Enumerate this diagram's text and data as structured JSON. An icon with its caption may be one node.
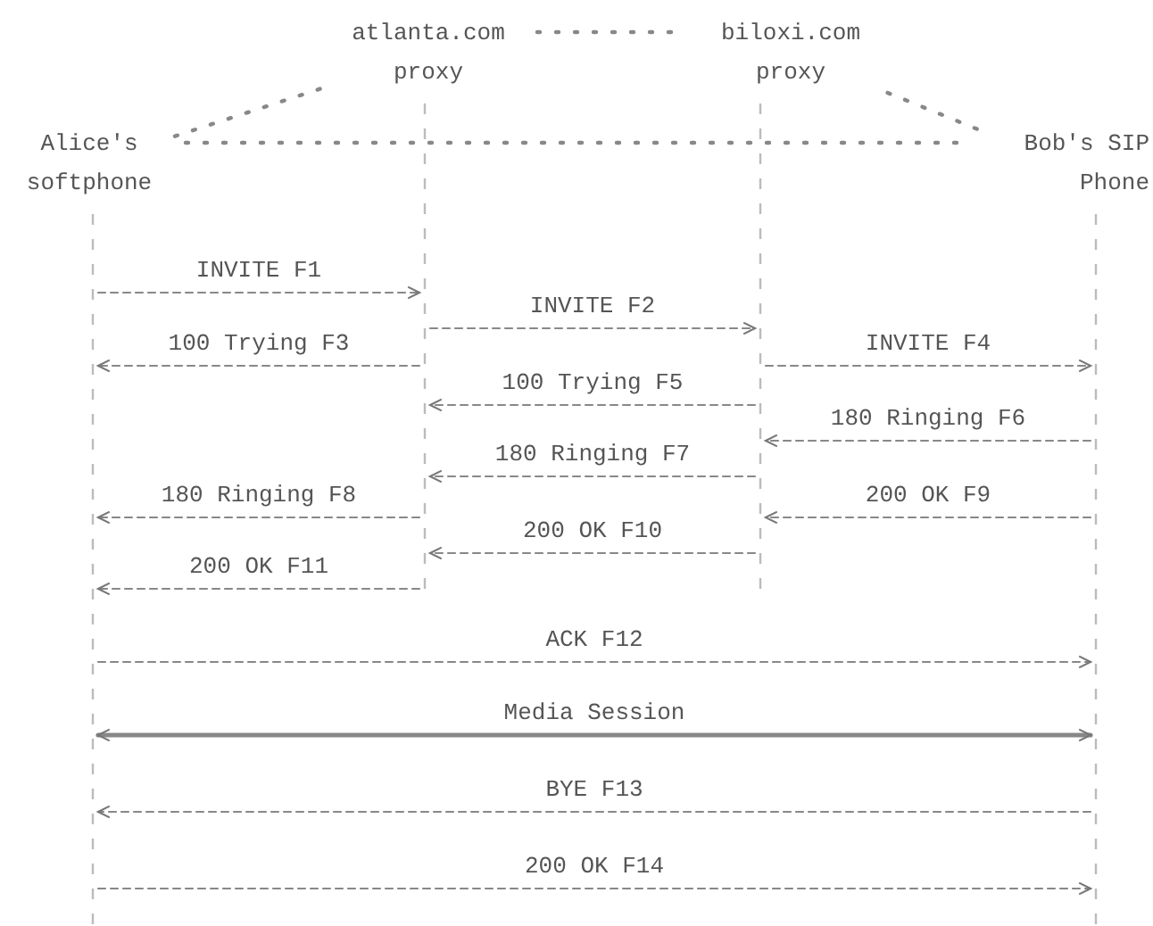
{
  "diagram": {
    "nodes": [
      {
        "text": [
          "atlanta.com proxy"
        ]
      },
      {
        "text": [
          "biloxi.com proxy"
        ]
      },
      {
        "text": [
          "Alice's softphone"
        ]
      },
      {
        "text": [
          "Bob's SIP Phone"
        ]
      }
    ],
    "edges": [
      {
        "from": 2,
        "to": 0,
        "arrow": "none",
        "style": "dashed"
      },
      {
        "from": 0,
        "to": 1,
        "arrow": "none",
        "style": "dashed"
      },
      {
        "from": 1,
        "to": 3,
        "arrow": "none",
        "style": "dashed"
      },
      {
        "from": 2,
        "to": 3,
        "arrow": "none",
        "style": "dashed"
      },
      {
        "from": 2,
        "to": 0,
        "arrow": "to",
        "label": "INVITE F1",
        "style": "dashed"
      },
      {
        "from": 0,
        "to": 1,
        "arrow": "to",
        "label": "INVITE F2",
        "style": "dashed"
      },
      {
        "from": 0,
        "to": 2,
        "arrow": "to",
        "label": "100 Trying F3",
        "style": "dashed"
      },
      {
        "from": 1,
        "to": 3,
        "arrow": "to",
        "label": "INVITE F4",
        "style": "dashed"
      },
      {
        "from": 1,
        "to": 0,
        "arrow": "to",
        "label": "100 Trying F5",
        "style": "dashed"
      },
      {
        "from": 3,
        "to": 1,
        "arrow": "to",
        "label": "180 Ringing F6",
        "style": "dashed"
      },
      {
        "from": 1,
        "to": 0,
        "arrow": "to",
        "label": "180 Ringing F7",
        "style": "dashed"
      },
      {
        "from": 0,
        "to": 2,
        "arrow": "to",
        "label": "180 Ringing F8",
        "style": "dashed"
      },
      {
        "from": 3,
        "to": 1,
        "arrow": "to",
        "label": "200 OK F9",
        "style": "dashed"
      },
      {
        "from": 1,
        "to": 0,
        "arrow": "to",
        "label": "200 OK F10",
        "style": "dashed"
      },
      {
        "from": 0,
        "to": 2,
        "arrow": "to",
        "label": "200 OK F11",
        "style": "dashed"
      },
      {
        "from": 2,
        "to": 3,
        "arrow": "to",
        "label": "ACK F12",
        "style": "dashed"
      },
      {
        "from": 2,
        "to": 3,
        "arrow": "both",
        "label": "Media Session",
        "style": "thick"
      },
      {
        "from": 3,
        "to": 2,
        "arrow": "to",
        "label": "BYE F13",
        "style": "dashed"
      },
      {
        "from": 2,
        "to": 3,
        "arrow": "to",
        "label": "200 OK F14",
        "style": "dashed"
      }
    ]
  }
}
